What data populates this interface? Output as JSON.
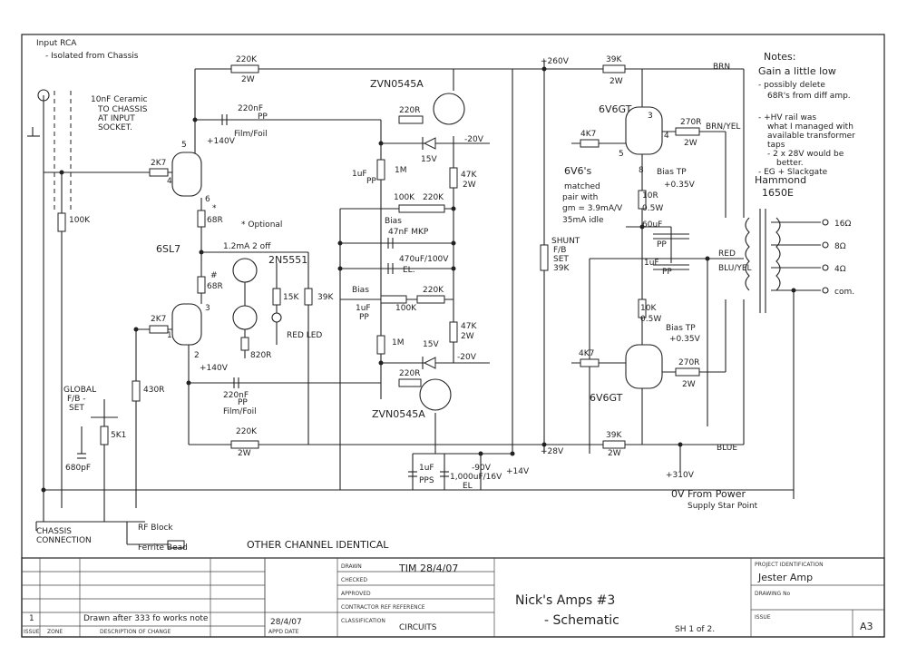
{
  "labels": {
    "input": "Input RCA",
    "input_note": "- Isolated from Chassis",
    "ceramic": "10nF Ceramic",
    "ceramic2": "TO CHASSIS",
    "ceramic3": "AT INPUT",
    "ceramic4": "SOCKET.",
    "v140_top": "+140V",
    "r220k_top": "220K",
    "r220k_top_w": "2W",
    "c220nf_top": "220nF",
    "c220nf_top_pp": "PP",
    "film_foil_top": "Film/Foil",
    "mosfet_top": "ZVN0545A",
    "r220r_a": "220R",
    "v20_top": "-20V",
    "d15v_top": "15V",
    "r1m_a": "1M",
    "c1uf_a": "1uF",
    "c1uf_a_pp": "PP",
    "r100k_a": "100K",
    "r220k_a": "220K",
    "bias_a": "Bias",
    "r47k_a": "47K",
    "r47k_a_w": "2W",
    "c47nf": "47nF MKP",
    "c470uf": "470uF/100V",
    "c470uf_el": "EL.",
    "bias_b": "Bias",
    "r100k_b": "100K",
    "r220k_b": "220K",
    "c1uf_b": "1uF",
    "c1uf_b_pp": "PP",
    "r39k_mid": "39K",
    "r15k": "15K",
    "r1m_b": "1M",
    "r47k_b": "47K",
    "r47k_b_w": "2W",
    "d15v_bot": "15V",
    "v20_bot": "-20V",
    "r220r_b": "220R",
    "mosfet_bot": "ZVN0545A",
    "r2k7_a": "2K7",
    "pin_5": "5",
    "pin_4": "4",
    "pin_6": "6",
    "r68r_a": "68R",
    "star_a": "*",
    "optional": "* Optional",
    "ccs_current": "1.2mA 2 off",
    "transistor": "2N5551",
    "r68r_b": "68R",
    "hash": "#",
    "tube_6sl7": "6SL7",
    "r2k7_b": "2K7",
    "pin_1": "1",
    "pin_2": "2",
    "pin_3": "3",
    "v140_bot": "+140V",
    "c220nf_bot": "220nF",
    "c220nf_bot_pp": "PP",
    "film_foil_bot": "Film/Foil",
    "r220k_bot": "220K",
    "r220k_bot_w": "2W",
    "r100k_left": "100K",
    "r430r": "430R",
    "global_fb": "GLOBAL",
    "global_fb2": "F/B -",
    "global_fb3": "SET",
    "r5k1": "5K1",
    "c680pf": "680pF",
    "r820r": "820R",
    "red_led": "RED LED",
    "c1uf_pps": "1uF",
    "c1uf_pps2": "PPS",
    "c1000uf": "1,000uF/16V",
    "c1000uf_el": "EL",
    "v90": "-90V",
    "v14": "+14V",
    "v28": "+28V",
    "v260": "+260V",
    "r39k_top": "39K",
    "r39k_top_w": "2W",
    "brn": "BRN",
    "tube_6v6gt_top": "6V6GT",
    "pin_t3": "3",
    "pin_t4": "4",
    "pin_t5": "5",
    "pin_t8": "8",
    "r4k7_a": "4K7",
    "r270r_a": "270R",
    "r270r_a_w": "2W",
    "brn_yel": "BRN/YEL",
    "gv6_note": "6V6's",
    "gv6_note2": "matched",
    "gv6_note3": "pair with",
    "gv6_note4": "gm = 3.9mA/V",
    "gv6_note5": "35mA idle",
    "bias_tp_a": "Bias TP",
    "bias_tp_a2": "+0.35V",
    "r10r_a": "10R",
    "r10r_a_w": "0.5W",
    "c60uf": "60uF",
    "c60uf_pp": "PP",
    "c1uf_c": "1uF",
    "c1uf_c_pp": "PP",
    "shunt": "SHUNT",
    "shunt2": "F/B",
    "shunt3": "SET",
    "shunt4": "39K",
    "red": "RED",
    "blu_yel": "BLU/YEL",
    "r10k": "10K",
    "r10k_w": "0.5W",
    "bias_tp_b": "Bias TP",
    "bias_tp_b2": "+0.35V",
    "r4k7_b": "4K7",
    "r270r_b": "270R",
    "r270r_b_w": "2W",
    "tube_6v6gt_bot": "6V6GT",
    "r39k_bot": "39K",
    "r39k_bot_w": "2W",
    "blue": "BLUE",
    "v310": "+310V",
    "hammond": "Hammond",
    "hammond2": "1650E",
    "out_16": "16Ω",
    "out_8": "8Ω",
    "out_4": "4Ω",
    "out_com": "com.",
    "notes_title": "Notes:",
    "notes_1": "Gain a little low",
    "notes_2": "- possibly delete",
    "notes_3": "68R's from diff amp.",
    "notes_4": "- +HV rail was",
    "notes_5": "what I managed with",
    "notes_6": "available transformer",
    "notes_7": "taps",
    "notes_8": "- 2 x 28V would be",
    "notes_9": "better.",
    "notes_10": "- EG + Slackgate",
    "zero_v": "0V From Power",
    "zero_v2": "Supply Star Point",
    "chassis": "CHASSIS",
    "chassis2": "CONNECTION",
    "rf_block": "RF Block",
    "ferrite": "Ferrite Bead",
    "other_channel": "OTHER CHANNEL IDENTICAL"
  },
  "title_block": {
    "drawn": "DRAWN",
    "drawn_val": "TIM 28/4/07",
    "checked": "CHECKED",
    "approved": "APPROVED",
    "contractor": "CONTRACTOR",
    "contractor_ref": "CONTRACTOR REF REFERENCE",
    "classification": "CLASSIFICATION",
    "classification_val": "CIRCUITS",
    "date": "28/4/07",
    "applied_date": "APPD DATE",
    "drawn_after": "Drawn after 333 fo works note",
    "description": "DESCRIPTION OF CHANGE",
    "issue": "1",
    "issue_lbl": "ISSUE",
    "zone_lbl": "ZONE",
    "title": "Nick's Amps #3",
    "subtitle": "- Schematic",
    "sheet": "SH 1 of 2.",
    "project_lbl": "PROJECT IDENTIFICATION",
    "project": "Jester Amp",
    "drawing_no": "DRAWING No",
    "size": "A3",
    "issue2_lbl": "ISSUE"
  }
}
